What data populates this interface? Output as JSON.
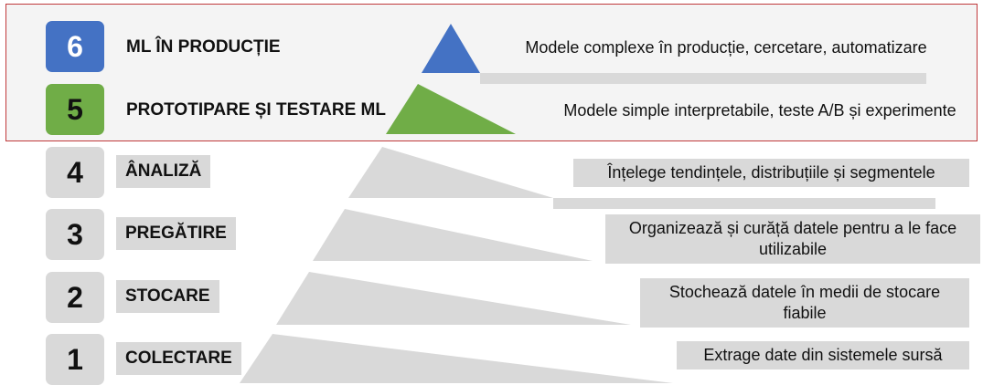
{
  "colors": {
    "blue": "#4472c4",
    "green": "#70ad47",
    "grey": "#d9d9d9",
    "highlight_border": "#c0393b"
  },
  "levels": [
    {
      "number": "6",
      "name": "ML ÎN PRODUCȚIE",
      "description": "Modele complexe în producție, cercetare, automatizare"
    },
    {
      "number": "5",
      "name": "PROTOTIPARE ȘI TESTARE ML",
      "description": "Modele simple interpretabile, teste A/B și experimente"
    },
    {
      "number": "4",
      "name": "ÂNALIZĂ",
      "description": "Înțelege tendințele, distribuțiile și segmentele"
    },
    {
      "number": "3",
      "name": "PREGĂTIRE",
      "description": "Organizează și curăță datele pentru a le face utilizabile"
    },
    {
      "number": "2",
      "name": "STOCARE",
      "description": "Stochează datele în medii de stocare fiabile"
    },
    {
      "number": "1",
      "name": "COLECTARE",
      "description": "Extrage date din sistemele sursă"
    }
  ]
}
